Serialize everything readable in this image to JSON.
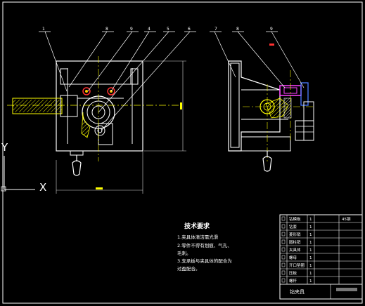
{
  "drawing": {
    "background": "#000000",
    "colors": {
      "frame": "#ffffff",
      "outline": "#ffffff",
      "center_line": "#ffff00",
      "hatch": "#ffff00",
      "leader": "#ffffff",
      "accent_red": "#ff3030",
      "accent_magenta": "#ff40ff",
      "accent_blue": "#4a7cff",
      "dimension": "#d8d8d8"
    },
    "balloons": [
      "1",
      "8",
      "9",
      "4",
      "5",
      "6",
      "7",
      "8",
      "9"
    ],
    "axis_icon": {
      "x_label": "X",
      "y_label": "Y"
    },
    "tech_requirements": {
      "title": "技术要求",
      "lines": [
        "1.夹具体清洁需光滑",
        "2.零件不得有划痕、气孔、",
        "毛刺。",
        "3.支承板与夹具体的配合为",
        "过盈配合。"
      ]
    },
    "title_block": {
      "footer_label": "钻夹具",
      "rows": [
        {
          "name": "钻模板",
          "qty": "1",
          "note": "45钢"
        },
        {
          "name": "钻套",
          "qty": "1",
          "note": ""
        },
        {
          "name": "菱形销",
          "qty": "1",
          "note": ""
        },
        {
          "name": "圆柱销",
          "qty": "1",
          "note": ""
        },
        {
          "name": "夹具体",
          "qty": "1",
          "note": ""
        },
        {
          "name": "螺母",
          "qty": "1",
          "note": ""
        },
        {
          "name": "开口垫圈",
          "qty": "1",
          "note": ""
        },
        {
          "name": "压板",
          "qty": "1",
          "note": ""
        },
        {
          "name": "螺杆",
          "qty": "1",
          "note": ""
        }
      ]
    }
  }
}
